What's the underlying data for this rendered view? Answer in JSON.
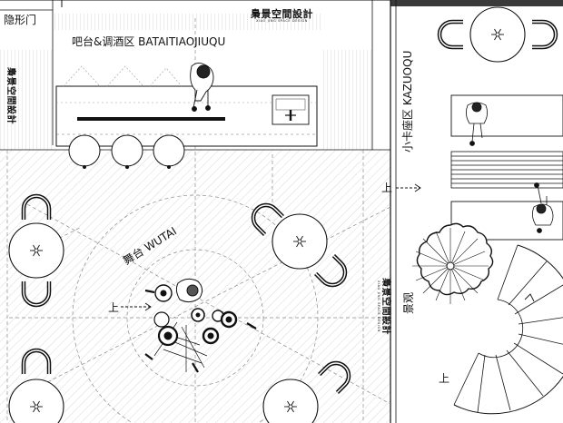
{
  "labels": {
    "hidden_door": "隐形门",
    "bar_area": "吧台&调酒区  BATAITIAOJIUQU",
    "stage": "舞台  WUTAI",
    "booth_area": "小卡座区  KAZUOQU",
    "landscape": "景观",
    "up_stage": "上",
    "up_right": "上",
    "up_stair": "上"
  },
  "brand": {
    "name": "梟景空間設計",
    "sub": "XIAO JING SPACE DESIGN"
  },
  "colors": {
    "line": "#111111",
    "dashed": "#777777",
    "hatch": "#c8c8c8",
    "header_band": "#3a3a3a"
  },
  "icons": [
    "table-icon",
    "chair-icon",
    "bar-stool-icon",
    "person-icon",
    "drum-kit-icon",
    "plant-icon",
    "spiral-stair-icon",
    "arrow-icon"
  ]
}
